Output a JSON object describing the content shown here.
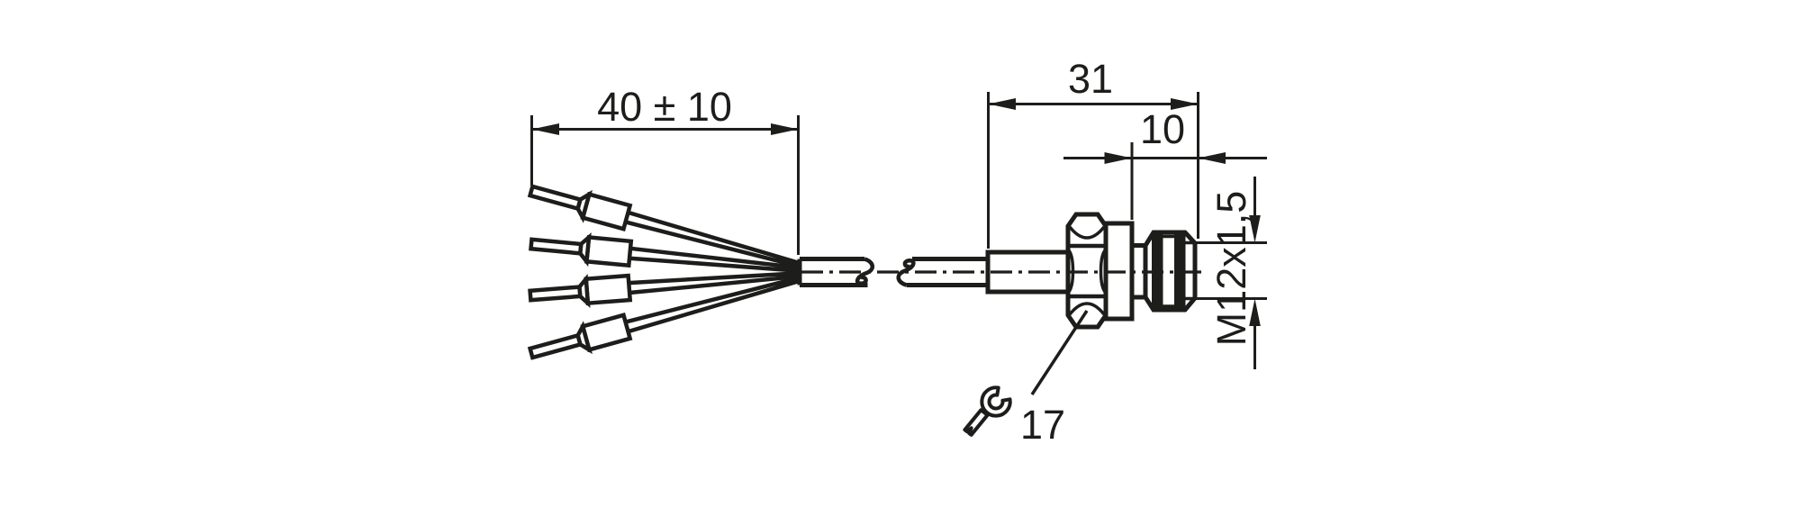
{
  "drawing": {
    "type": "technical dimensional drawing",
    "labels": {
      "wire_length": "40 ± 10",
      "connector_length": "31",
      "thread_length": "10",
      "thread_spec": "M12x1,5",
      "wrench_size": "17"
    },
    "icons": [
      "wrench-icon"
    ],
    "colors": {
      "line": "#1d1d1b",
      "background": "#ffffff"
    }
  }
}
